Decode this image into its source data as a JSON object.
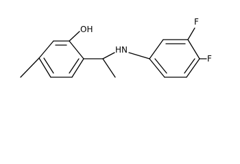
{
  "molecule": {
    "atoms": {
      "hydroxyl": "OH",
      "amine": "HN",
      "fluorine_top": "F",
      "fluorine_right": "F"
    }
  },
  "colors": {
    "bond": "#000000",
    "background": "#ffffff"
  }
}
